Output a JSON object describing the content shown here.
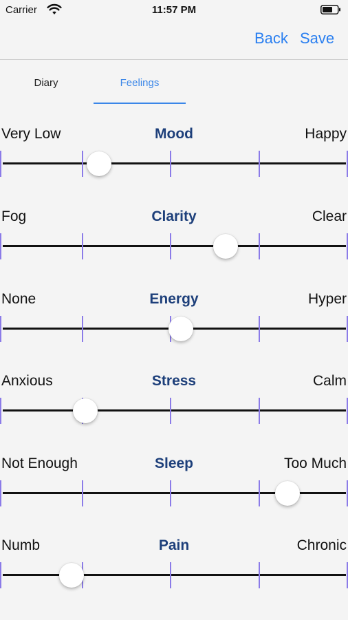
{
  "status_bar": {
    "carrier": "Carrier",
    "time": "11:57 PM"
  },
  "nav": {
    "back_label": "Back",
    "save_label": "Save",
    "accent_color": "#2a7ff0"
  },
  "tabs": [
    {
      "label": "Diary",
      "selected": false
    },
    {
      "label": "Feelings",
      "selected": true
    }
  ],
  "feelings": [
    {
      "title": "Mood",
      "low_label": "Very Low",
      "high_label": "Happy",
      "value": 0.28
    },
    {
      "title": "Clarity",
      "low_label": "Fog",
      "high_label": "Clear",
      "value": 0.65
    },
    {
      "title": "Energy",
      "low_label": "None",
      "high_label": "Hyper",
      "value": 0.52
    },
    {
      "title": "Stress",
      "low_label": "Anxious",
      "high_label": "Calm",
      "value": 0.24
    },
    {
      "title": "Sleep",
      "low_label": "Not Enough",
      "high_label": "Too Much",
      "value": 0.83
    },
    {
      "title": "Pain",
      "low_label": "Numb",
      "high_label": "Chronic",
      "value": 0.2
    }
  ],
  "colors": {
    "title": "#1d3f7a",
    "tick": "#8b7be8",
    "tab_active": "#3a86e8"
  }
}
